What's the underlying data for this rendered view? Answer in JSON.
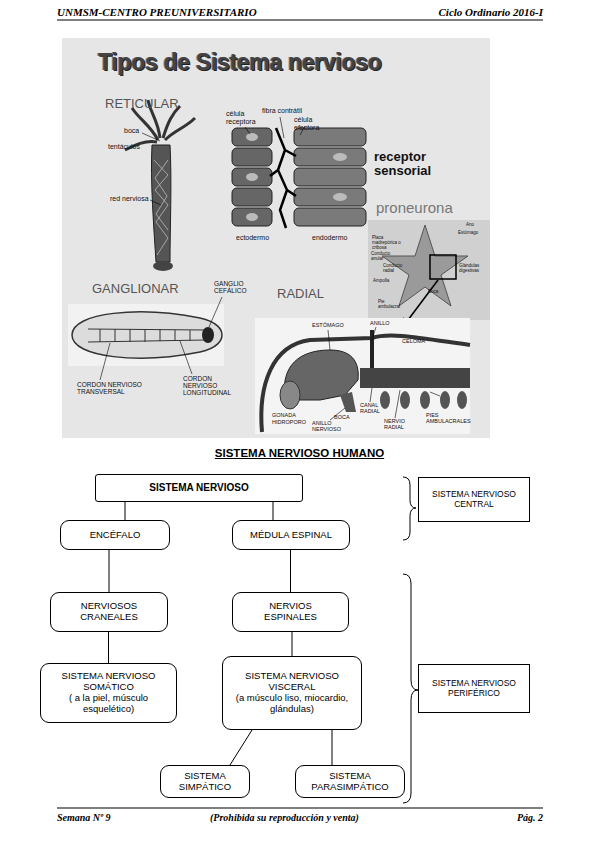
{
  "diagram": {
    "title": "SISTEMA NERVIOSO HUMANO",
    "nodes": [
      {
        "text": [
          "SISTEMA NERVIOSO"
        ]
      },
      {
        "text": [
          "ENCÉFALO"
        ]
      },
      {
        "text": [
          "MÉDULA ESPINAL"
        ]
      },
      {
        "text": [
          "NERVIOSOS CRANEALES"
        ]
      },
      {
        "text": [
          "NERVIOS ESPINALES"
        ]
      },
      {
        "text": [
          "SISTEMA NERVIOSO SOMÁTICO",
          "( a la piel, músculo esquelético)"
        ]
      },
      {
        "text": [
          "SISTEMA NERVIOSO VISCERAL",
          "(a músculo liso, miocardio, glándulas)"
        ]
      },
      {
        "text": [
          "SISTEMA SIMPÁTICO"
        ]
      },
      {
        "text": [
          "SISTEMA PARASIMPÁTICO"
        ]
      },
      {
        "text": [
          "SISTEMA NERVIOSO CENTRAL"
        ]
      },
      {
        "text": [
          "SISTEMA NERVIOSO PERIFÉRICO"
        ]
      }
    ],
    "edges": [
      {
        "from": 0,
        "to": 1,
        "arrow": "none"
      },
      {
        "from": 0,
        "to": 2,
        "arrow": "none"
      },
      {
        "from": 1,
        "to": 3,
        "arrow": "none"
      },
      {
        "from": 2,
        "to": 4,
        "arrow": "none"
      },
      {
        "from": 3,
        "to": 5,
        "arrow": "none"
      },
      {
        "from": 4,
        "to": 6,
        "arrow": "none"
      },
      {
        "from": 6,
        "to": 7,
        "arrow": "none"
      },
      {
        "from": 6,
        "to": 8,
        "arrow": "none"
      }
    ],
    "labels": [
      "UNMSM-CENTRO PREUNIVERSITARIO",
      "Ciclo Ordinario 2016-I",
      "Tipos de Sistema nervioso",
      "RETICULAR",
      "boca",
      "tentáculos",
      "red nerviosa",
      "célula receptora",
      "fibra contrátil",
      "célula efectora",
      "receptor sensorial",
      "proneurona",
      "ectodermo",
      "endodermo",
      "GANGLIONAR",
      "GANGLIO CEFÁLICO",
      "CORDON NERVIOSO TRANSVERSAL",
      "CORDON NERVIOSO LONGITUDINAL",
      "RADIAL",
      "Ano",
      "Estómago",
      "Placa madrepórica o cribosa",
      "Conducto anular",
      "Conducto radial",
      "Glándulas digestivas",
      "Ampolla",
      "Boca",
      "Pie ambulacral",
      "ESTÓMAGO",
      "ANILLO",
      "CELOMA",
      "GONADA",
      "HIDROPORO",
      "BOCA",
      "CANAL RADIAL",
      "ANILLO NERVIOSO",
      "NERVIO RADIAL",
      "PIES AMBULACRALES",
      "Semana Nº 9",
      "(Prohibida su reproducción y venta)",
      "Pág. 2"
    ]
  }
}
